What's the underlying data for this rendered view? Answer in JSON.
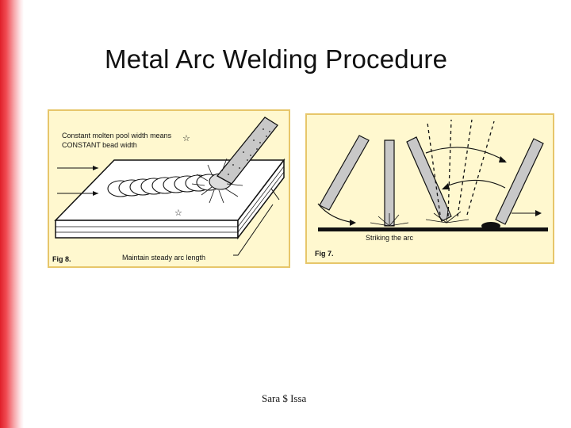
{
  "slide": {
    "title": "Metal Arc Welding Procedure",
    "footer": "Sara $ Issa",
    "accent_color": "#e0202a"
  },
  "fig8": {
    "annotation_line1": "Constant molten pool width means",
    "annotation_line2": "CONSTANT bead width",
    "label": "Fig 8.",
    "caption": "Maintain steady arc length"
  },
  "fig7": {
    "caption": "Striking the arc",
    "label": "Fig 7."
  }
}
